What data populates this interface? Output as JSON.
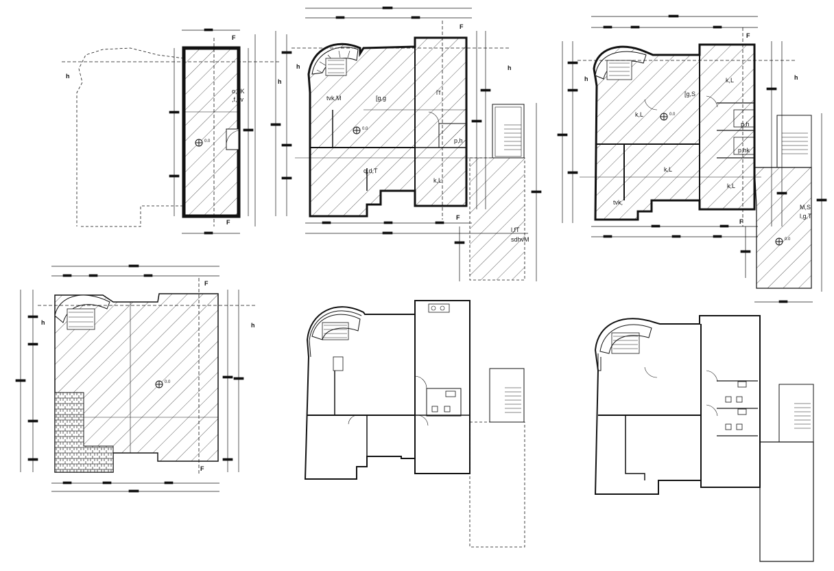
{
  "drawing": {
    "background": "#ffffff",
    "line_color": "#111111",
    "accent_line": "#000000"
  },
  "plans": [
    {
      "id": "plan-roof-small",
      "hatched": true,
      "labels": [
        "o,dK",
        ",f,gv"
      ],
      "elevation": "0.0",
      "section_labels": [
        "F",
        "F",
        "h",
        "h"
      ]
    },
    {
      "id": "plan-first-floor-hatched",
      "hatched": true,
      "labels": [
        "tvk,M",
        "[g,g",
        "l'f",
        "p,h",
        "q,d,T",
        "k,L",
        "l,fT",
        "sdhvM"
      ],
      "elevation": "0.0",
      "section_labels": [
        "F",
        "F",
        "h",
        "h"
      ]
    },
    {
      "id": "plan-ground-floor-hatched",
      "hatched": true,
      "labels": [
        "k,L",
        "[g,S",
        "k,L",
        "p,h",
        "p,hk",
        "k,L",
        "k,L",
        "tvk,",
        "M,S",
        "l,g,T"
      ],
      "elevation": "0.0",
      "section_labels": [
        "F",
        "F",
        "h",
        "h"
      ]
    },
    {
      "id": "plan-terrace-hatched",
      "hatched": true,
      "labels": [],
      "elevation": "0.0",
      "section_labels": [
        "F",
        "F",
        "h",
        "h"
      ]
    },
    {
      "id": "plan-first-floor-outline",
      "hatched": false,
      "labels": []
    },
    {
      "id": "plan-ground-floor-outline",
      "hatched": false,
      "labels": []
    }
  ]
}
